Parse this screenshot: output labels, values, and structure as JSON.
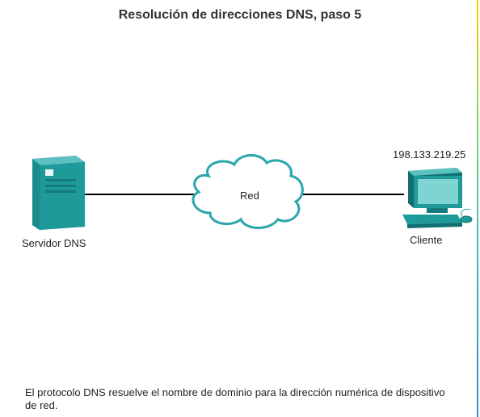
{
  "title": "Resolución de direcciones DNS, paso 5",
  "nodes": {
    "server": {
      "label": "Servidor DNS",
      "icon": "server-icon"
    },
    "network": {
      "label": "Red",
      "icon": "cloud-icon"
    },
    "client": {
      "label": "Cliente",
      "ip": "198.133.219.25",
      "icon": "computer-icon"
    }
  },
  "caption": "El protocolo DNS resuelve el nombre de dominio para la dirección numérica de dispositivo de red.",
  "colors": {
    "device_teal": "#1f9a9a",
    "device_teal_dark": "#0f6f73",
    "screen": "#7fd3d0",
    "cloud_fill": "#ffffff",
    "cloud_stroke": "#2aa6ad",
    "link": "#000000"
  }
}
